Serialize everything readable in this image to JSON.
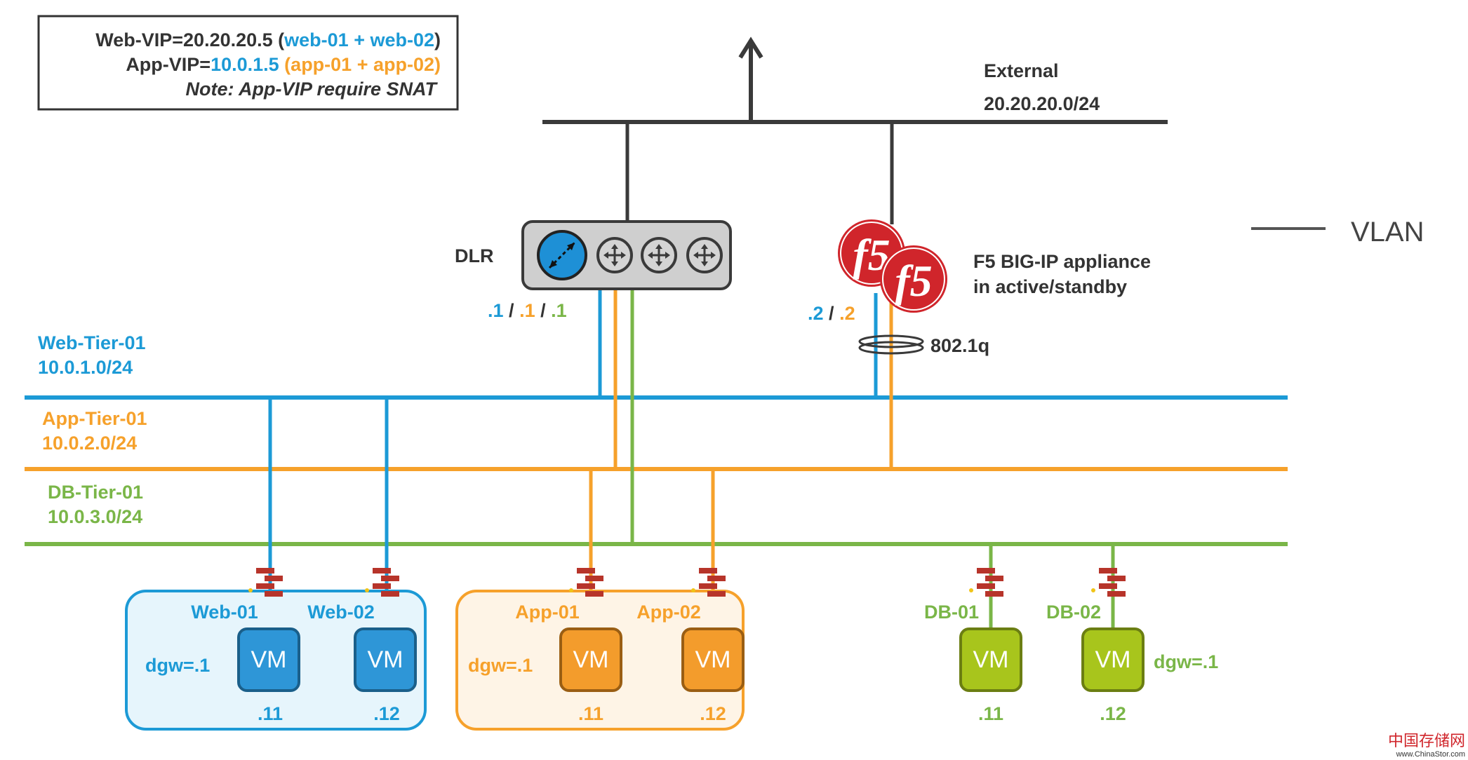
{
  "colors": {
    "web": "#1c9ad6",
    "app": "#f6a12b",
    "db": "#7ab648",
    "dark": "#3a3a3a",
    "text": "#333333",
    "f5": "#d0252b",
    "vm_web": "#2e96d7",
    "vm_app": "#f39c2c",
    "vm_db": "#a8c51c",
    "firewall": "#b7342a"
  },
  "legend_box": {
    "web_vip_prefix": "Web-VIP=20.20.20.5 (",
    "web_vip_members": "web-01 + web-02",
    "web_vip_suffix": ")",
    "app_vip_prefix": "App-VIP=",
    "app_vip_ip": "10.0.1.5",
    "app_vip_open": " (",
    "app_vip_members": "app-01 + app-02",
    "app_vip_suffix": ")",
    "note": "Note:  App-VIP require SNAT"
  },
  "external": {
    "name": "External",
    "subnet": "20.20.20.0/24"
  },
  "vlan_legend": "VLAN",
  "dlr": {
    "label": "DLR",
    "ip_web": ".1",
    "ip_app": ".1",
    "ip_db": ".1",
    "separator": "/"
  },
  "f5": {
    "title_line1": "F5 BIG-IP appliance",
    "title_line2": "in active/standby",
    "ip_web": ".2",
    "ip_app": ".2",
    "separator": "/",
    "trunk_label": "802.1q",
    "logo_text": "f5"
  },
  "tiers": [
    {
      "name": "Web-Tier-01",
      "subnet": "10.0.1.0/24"
    },
    {
      "name": "App-Tier-01",
      "subnet": "10.0.2.0/24"
    },
    {
      "name": "DB-Tier-01",
      "subnet": "10.0.3.0/24"
    }
  ],
  "groups": {
    "web": {
      "dgw": "dgw=.1"
    },
    "app": {
      "dgw": "dgw=.1"
    },
    "db": {
      "dgw": "dgw=.1"
    }
  },
  "vms": [
    {
      "name": "Web-01",
      "label": "VM",
      "ip": ".11"
    },
    {
      "name": "Web-02",
      "label": "VM",
      "ip": ".12"
    },
    {
      "name": "App-01",
      "label": "VM",
      "ip": ".11"
    },
    {
      "name": "App-02",
      "label": "VM",
      "ip": ".12"
    },
    {
      "name": "DB-01",
      "label": "VM",
      "ip": ".11"
    },
    {
      "name": "DB-02",
      "label": "VM",
      "ip": ".12"
    }
  ],
  "watermark": {
    "brand": "中国存储网",
    "url": "www.ChinaStor.com"
  }
}
